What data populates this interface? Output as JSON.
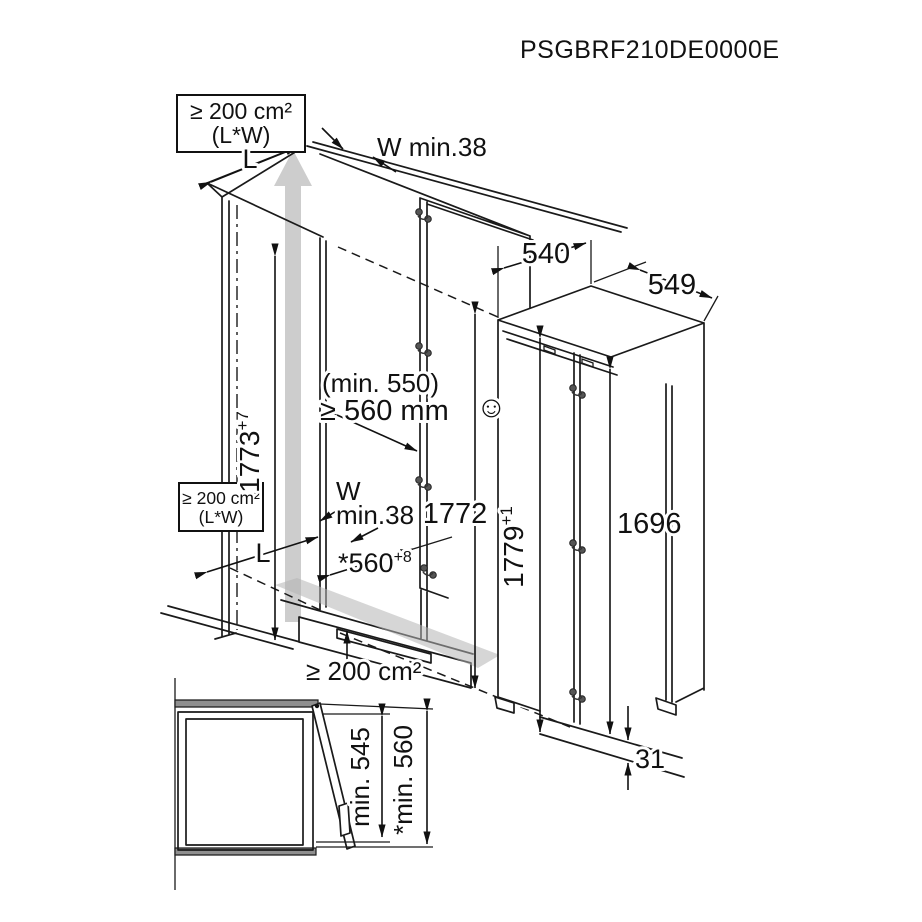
{
  "title": "PSGBRF210DE0000E",
  "top_vent_box": {
    "line1": "≥ 200 cm²",
    "line2": "(L*W)"
  },
  "side_vent_box": {
    "line1": "≥ 200 cm²",
    "line2": "(L*W)"
  },
  "dims": {
    "vent_length_top": "L",
    "vent_width_top": "W min.38",
    "niche_height": "1773",
    "niche_height_tol": "+7",
    "niche_depth_note": "(min. 550)",
    "niche_depth": "≥ 560 mm",
    "smiley_icon": "☺",
    "vent_width_mid_w": "W",
    "vent_width_mid_val": "min.38",
    "vent_length_bottom": "L",
    "floor_depth": "*560",
    "floor_depth_tol": "+8",
    "front_height": "1772",
    "bottom_vent_area": "≥ 200 cm²",
    "appliance_depth": "540",
    "appliance_width": "549",
    "appliance_height": "1779",
    "appliance_height_tol": "+1",
    "door_height": "1696",
    "plinth_gap": "31",
    "plan_depth_min": "min. 545",
    "plan_depth_rec": "*min. 560"
  }
}
